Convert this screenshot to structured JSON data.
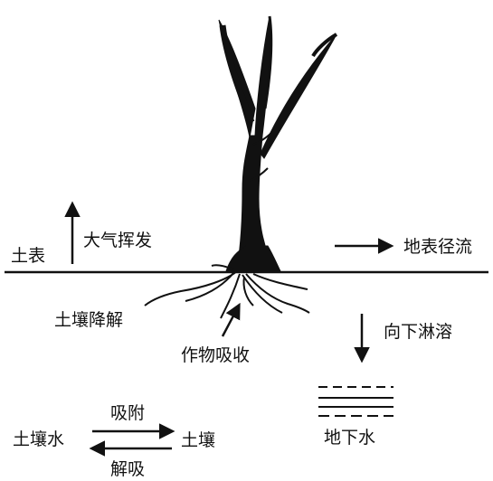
{
  "labels": {
    "surface": "土表",
    "volatilization": "大气挥发",
    "runoff": "地表径流",
    "soil_degradation": "土壤降解",
    "plant_uptake": "作物吸收",
    "leaching": "向下淋溶",
    "groundwater": "地下水",
    "soil_water": "土壤水",
    "adsorption": "吸附",
    "soil": "土壤",
    "desorption": "解吸"
  },
  "colors": {
    "ink": "#111111",
    "background": "#ffffff"
  }
}
